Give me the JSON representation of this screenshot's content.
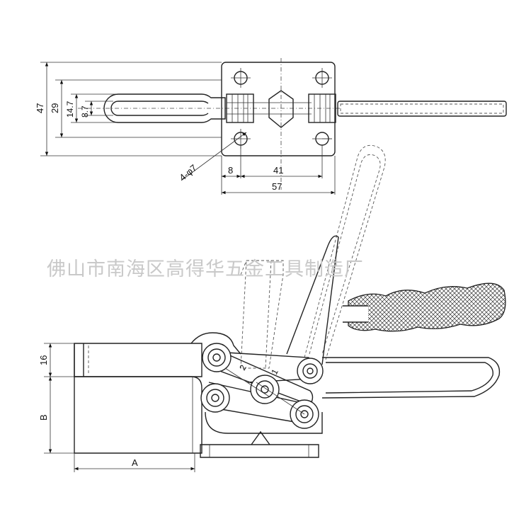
{
  "watermark": "佛山市南海区高得华五金工具制造厂",
  "top_view": {
    "dim_47": "47",
    "dim_29": "29",
    "dim_14_7": "14.7",
    "dim_8_7": "8.7",
    "dim_holes": "4-φ7",
    "dim_8": "8",
    "dim_41": "41",
    "dim_57": "57"
  },
  "side_view": {
    "dim_16": "16",
    "dim_B": "B",
    "dim_A": "A",
    "label_2": "2",
    "label_1": "1"
  },
  "colors": {
    "line": "#222222",
    "watermark": "#c9c9c9"
  }
}
